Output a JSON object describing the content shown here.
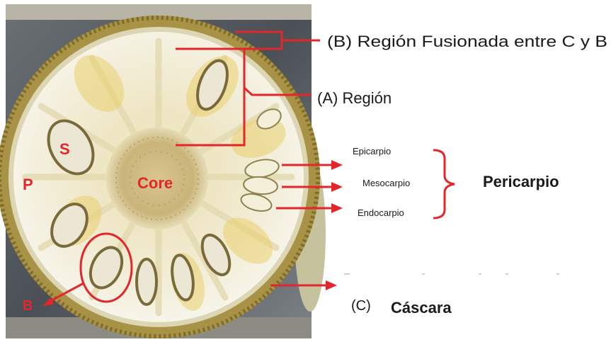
{
  "labels": {
    "region_b": "(B) Región Fusionada entre C y B",
    "region_a": "(A) Región",
    "epicarp": "Epicarpio",
    "mesocarp": "Mesocarpio",
    "endocarp": "Endocarpio",
    "pericarp": "Pericarpio",
    "peel_prefix": "(C)",
    "peel": "Cáscara"
  },
  "photo_labels": {
    "seed": "S",
    "pulp": "P",
    "core": "Core",
    "bulb": "B"
  },
  "colors": {
    "annotation": "#e3262b",
    "text": "#1a1a1a",
    "rind": "#a79245",
    "flesh": "#f2efdf",
    "core": "#cbb680",
    "background": "#50555a"
  }
}
